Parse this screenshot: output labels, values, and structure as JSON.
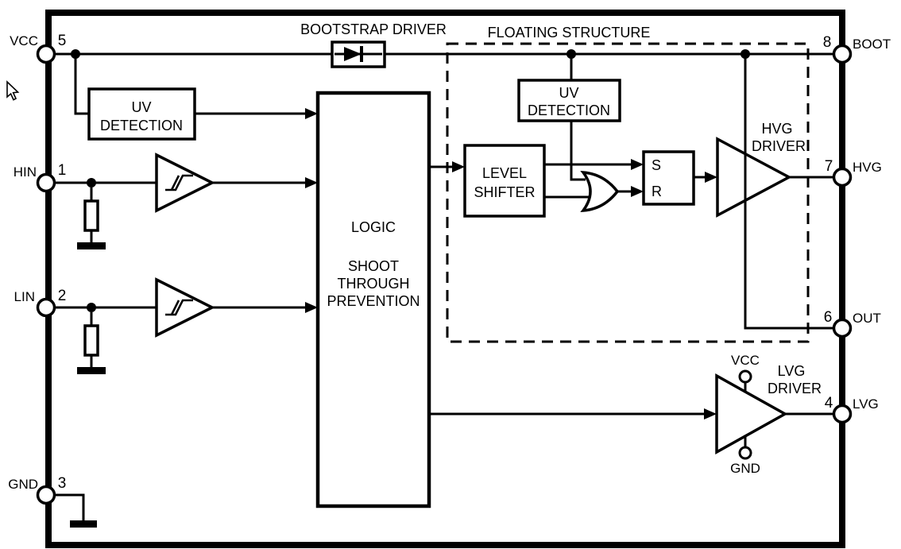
{
  "labels": {
    "bootstrap_driver": "BOOTSTRAP DRIVER",
    "floating_structure": "FLOATING STRUCTURE"
  },
  "blocks": {
    "uv_detection_left": {
      "line1": "UV",
      "line2": "DETECTION"
    },
    "uv_detection_floating": {
      "line1": "UV",
      "line2": "DETECTION"
    },
    "logic": {
      "line1": "LOGIC",
      "line2": "SHOOT",
      "line3": "THROUGH",
      "line4": "PREVENTION"
    },
    "level_shifter": {
      "line1": "LEVEL",
      "line2": "SHIFTER"
    },
    "sr_latch": {
      "set": "S",
      "reset": "R"
    },
    "hvg_driver": {
      "line1": "HVG",
      "line2": "DRIVER"
    },
    "lvg_driver": {
      "line1": "LVG",
      "line2": "DRIVER",
      "vcc": "VCC",
      "gnd": "GND"
    }
  },
  "pins": {
    "vcc": {
      "name": "VCC",
      "number": "5"
    },
    "hin": {
      "name": "HIN",
      "number": "1"
    },
    "lin": {
      "name": "LIN",
      "number": "2"
    },
    "gnd": {
      "name": "GND",
      "number": "3"
    },
    "boot": {
      "name": "BOOT",
      "number": "8"
    },
    "hvg": {
      "name": "HVG",
      "number": "7"
    },
    "out": {
      "name": "OUT",
      "number": "6"
    },
    "lvg": {
      "name": "LVG",
      "number": "4"
    }
  },
  "colors": {
    "line": "#000000",
    "background": "#ffffff"
  }
}
